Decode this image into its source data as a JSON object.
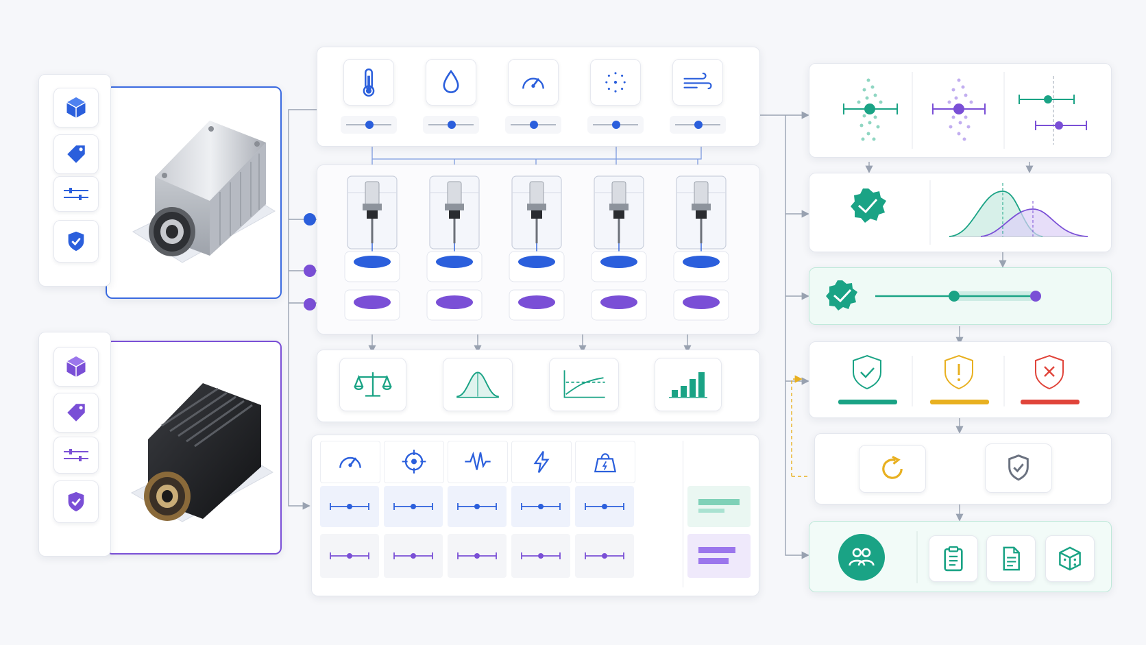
{
  "colors": {
    "blue": "#2b5fdc",
    "purple": "#7a4fd6",
    "teal": "#1aa385",
    "amber": "#e8b020",
    "red": "#e0443a",
    "gray": "#9aa3b2"
  },
  "devices": [
    {
      "id": "device-a",
      "finish": "brushed-aluminum",
      "accent": "blue",
      "icons": [
        "cube-icon",
        "tag-icon",
        "sliders-icon",
        "shield-check-icon"
      ]
    },
    {
      "id": "device-b",
      "finish": "black-anodized-heatsink",
      "accent": "purple",
      "icons": [
        "cube-icon",
        "tag-icon",
        "sliders-icon",
        "shield-check-icon"
      ]
    }
  ],
  "environment_sensors": [
    "thermometer-icon",
    "droplet-icon",
    "gauge-icon",
    "particles-icon",
    "wind-icon"
  ],
  "test_stations": {
    "count": 5,
    "rows": [
      "blue",
      "purple"
    ]
  },
  "analysis_steps": [
    "scale-icon",
    "bell-curve-icon",
    "trend-chart-icon",
    "bar-chart-icon"
  ],
  "metric_columns": [
    "gauge-icon",
    "target-icon",
    "waveform-icon",
    "lightning-icon",
    "weight-icon"
  ],
  "verdicts": [
    {
      "icon": "shield-check-icon",
      "color": "teal"
    },
    {
      "icon": "shield-warning-icon",
      "color": "amber"
    },
    {
      "icon": "shield-x-icon",
      "color": "red"
    }
  ],
  "retest": [
    "refresh-icon",
    "shield-check-icon"
  ],
  "outputs": [
    "team-icon",
    "clipboard-icon",
    "document-icon",
    "package-icon"
  ]
}
